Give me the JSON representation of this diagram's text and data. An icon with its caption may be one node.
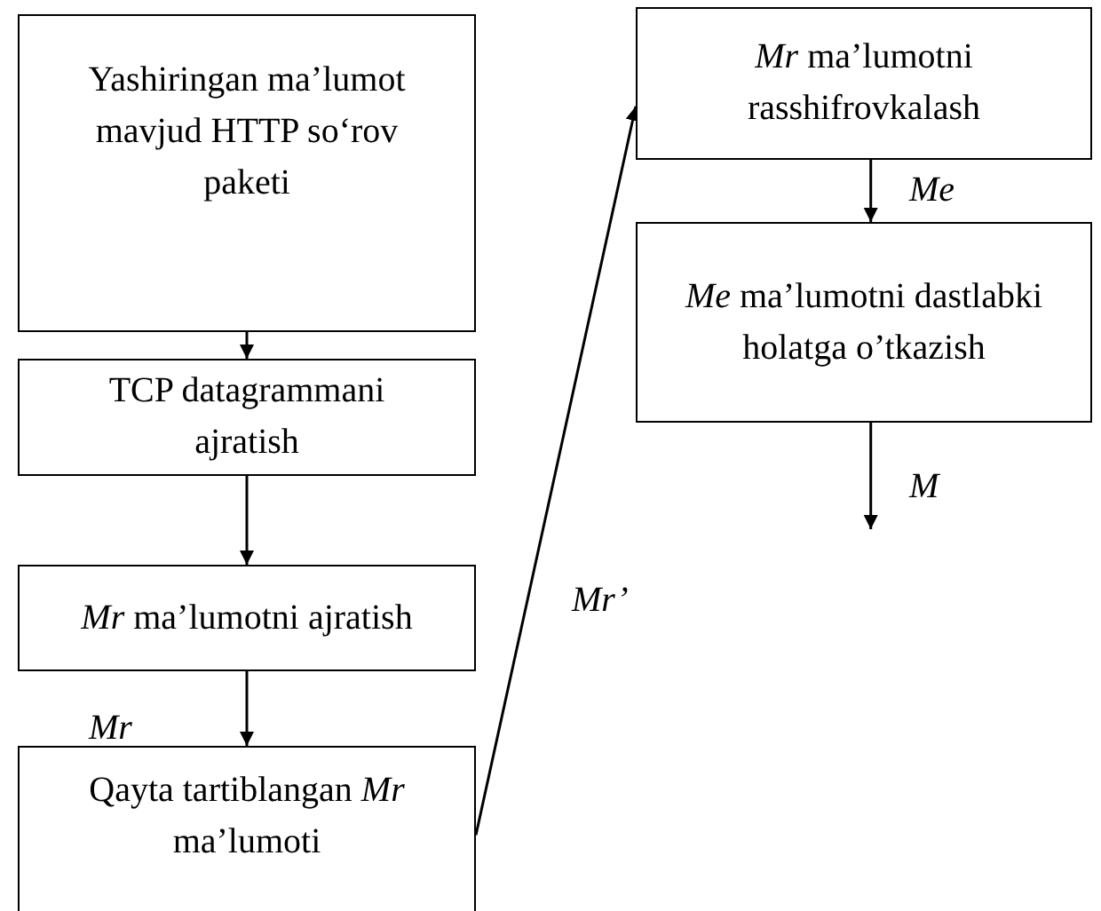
{
  "diagram": {
    "nodes": [
      {
        "text": [
          "Yashiringan ma’lumot mavjud HTTP so‘rov paketi"
        ]
      },
      {
        "text": [
          "TCP datagrammani ajratish"
        ]
      },
      {
        "text": [
          "*Mr* ma’lumotni ajratish"
        ]
      },
      {
        "text": [
          "Qayta tartiblangan *Mr* ma’lumoti"
        ]
      },
      {
        "text": [
          "*Mr* ma’lumotni rasshifrovkalash"
        ]
      },
      {
        "text": [
          "*Me* ma’lumotni dastlabki holatga o’tkazish"
        ]
      }
    ],
    "edges": [
      {
        "from": 0,
        "to": 1,
        "arrow": "to"
      },
      {
        "from": 1,
        "to": 2,
        "arrow": "to"
      },
      {
        "from": 2,
        "to": 3,
        "arrow": "to",
        "label": "Mr"
      },
      {
        "from": 3,
        "to": 4,
        "arrow": "to",
        "label": "Mr’"
      },
      {
        "from": 4,
        "to": 5,
        "arrow": "to",
        "label": "Me"
      },
      {
        "from": 5,
        "to": null,
        "arrow": "to",
        "label": "M"
      }
    ]
  }
}
